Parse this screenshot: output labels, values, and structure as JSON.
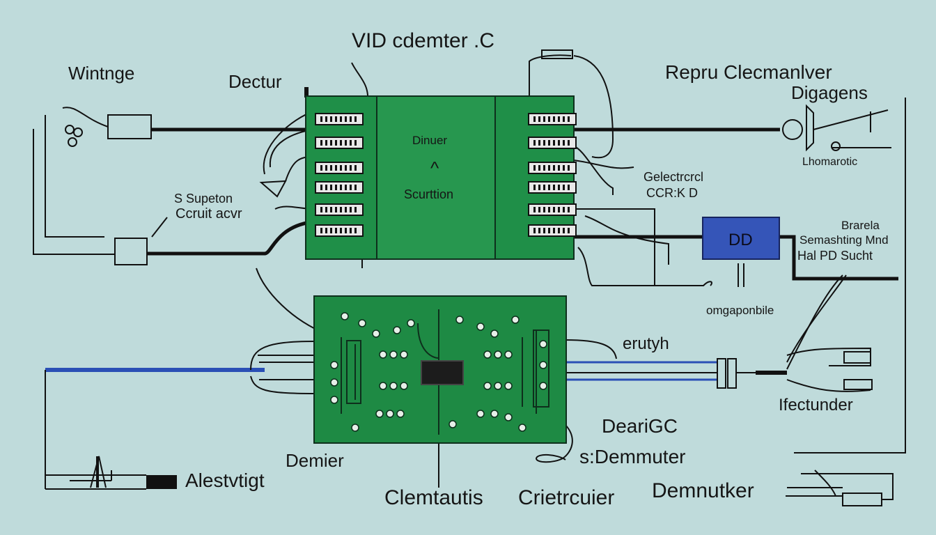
{
  "labels": {
    "top_title": "VID cdemter .C",
    "left_title": "Wintnge",
    "deactur": "Dectur",
    "right_title_1": "Repru Clecmanlver",
    "right_title_2": "Digagens",
    "top_board_1": "Dinuer",
    "top_board_2": "Scurttion",
    "s_supeton_1": "S Supeton",
    "s_supeton_2": "Ccruit acvr",
    "electrical_1": "Gelectrcrcl",
    "electrical_2": "CCR:K D",
    "lihomarotic": "Lhomarotic",
    "dd_module": "DD",
    "briarela": "Brarela",
    "semaskting": "Semashting Mnd",
    "hal_pd": "Hal   PD Sucht",
    "omgaponible": "omgaponbile",
    "erutyh": "erutyh",
    "ifectunder": "Ifectunder",
    "dearigc": "DeariGC",
    "demier": "Demier",
    "s_demmuter": "s:Demmuter",
    "alestvigt": "Alestvtigt",
    "clemtautis": "Clemtautis",
    "crietrcuier": "Crietrcuier",
    "demnutker": "Demnutker"
  },
  "colors": {
    "background": "#bfdbdb",
    "board_green": "#1f8f48",
    "module_blue": "#3555b8",
    "wire_blue": "#2a4fb5",
    "wire_black": "#111111"
  }
}
